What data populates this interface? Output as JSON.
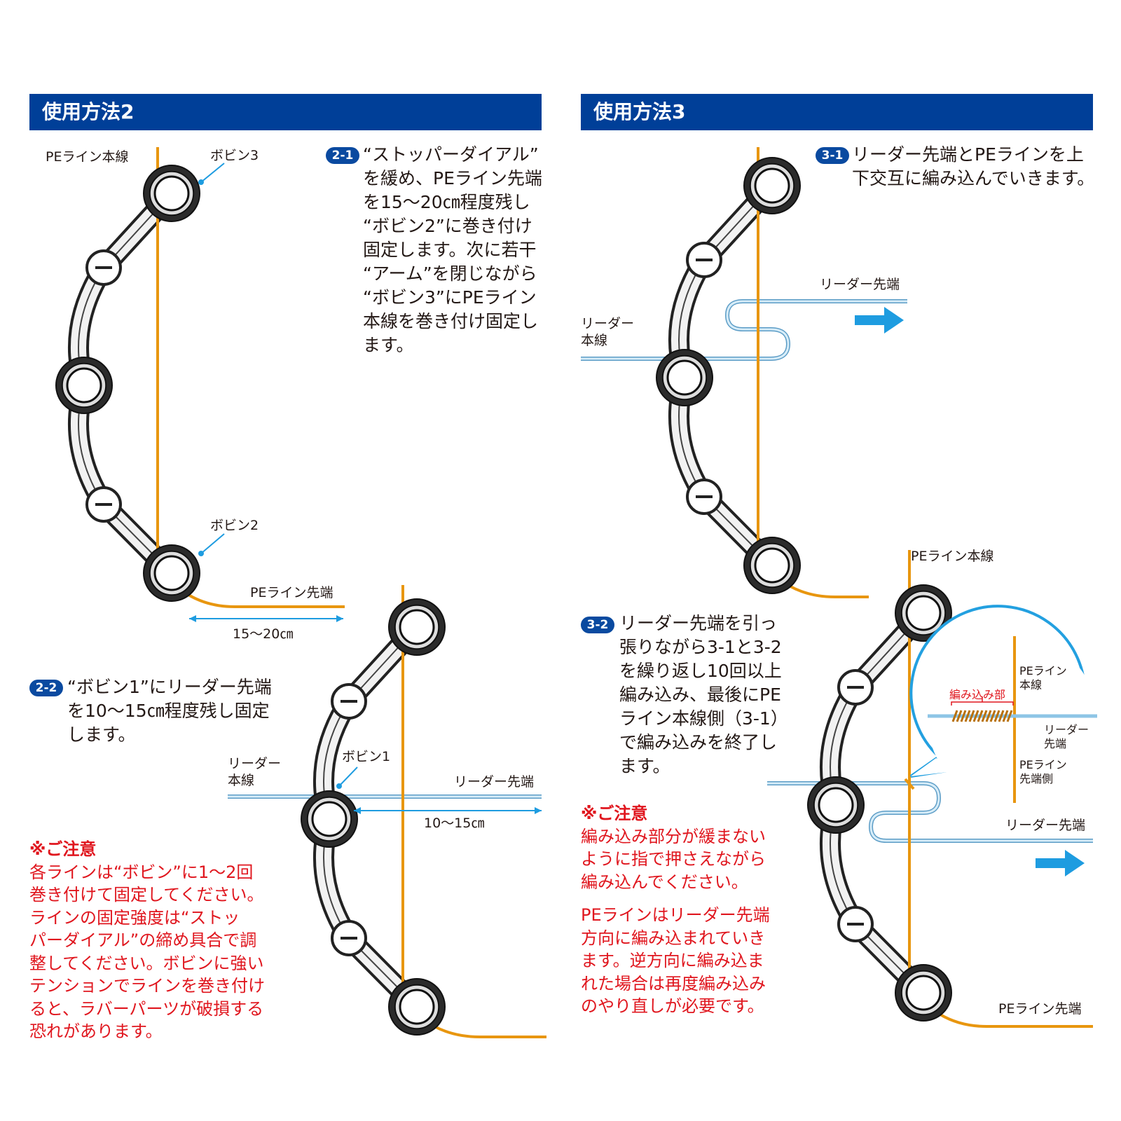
{
  "sections": [
    {
      "title": "使用方法2"
    },
    {
      "title": "使用方法3"
    }
  ],
  "s21": {
    "badge": "2-1",
    "lines": [
      "“ストッパーダイアル”",
      "を緩め、PEライン先端",
      "を15〜20㎝程度残し",
      "“ボビン2”に巻き付け",
      "固定します。次に若干",
      "“アーム”を閉じながら",
      "“ボビン3”にPEライン",
      "本線を巻き付け固定し",
      "ます。"
    ]
  },
  "s22": {
    "badge": "2-2",
    "lines": [
      "“ボビン1”にリーダー先端",
      "を10〜15㎝程度残し固定",
      "します。"
    ]
  },
  "note1": {
    "lines": [
      "※ご注意",
      "各ラインは“ボビン”に1〜2回",
      "巻き付けて固定してください。",
      "ラインの固定強度は“ストッ",
      "パーダイアル”の締め具合で調",
      "整してください。ボビンに強い",
      "テンションでラインを巻き付け",
      "ると、ラバーパーツが破損する",
      "恐れがあります。"
    ]
  },
  "s31": {
    "badge": "3-1",
    "lines": [
      "リーダー先端とPEラインを上",
      "下交互に編み込んでいきます。"
    ]
  },
  "s32": {
    "badge": "3-2",
    "lines": [
      "リーダー先端を引っ",
      "張りながら3-1と3-2",
      "を繰り返し10回以上",
      "編み込み、最後にPE",
      "ライン本線側（3-1）",
      "で編み込みを終了し",
      "ます。"
    ]
  },
  "note2": {
    "lines": [
      "※ご注意",
      "編み込み部分が緩まない",
      "ように指で押さえながら",
      "編み込んでください。"
    ],
    "lines2": [
      "PEラインはリーダー先端",
      "方向に編み込まれていき",
      "ます。逆方向に編み込ま",
      "れた場合は再度編み込み",
      "のやり直しが必要です。"
    ]
  },
  "labels": {
    "pe_main": "PEライン本線",
    "bobbin3": "ボビン3",
    "bobbin2": "ボビン2",
    "bobbin1": "ボビン1",
    "pe_tip": "PEライン先端",
    "dim1": "15〜20㎝",
    "dim2": "10〜15㎝",
    "leader_main": [
      "リーダー",
      "本線"
    ],
    "leader_tip": "リーダー先端",
    "callout_pe_main": [
      "PEライン",
      "本線"
    ],
    "callout_braid": "編み込み部",
    "callout_leader_tip": [
      "リーダー",
      "先端"
    ],
    "callout_pe_tip_side": [
      "PEライン",
      "先端側"
    ]
  },
  "colors": {
    "header": "#003f98",
    "pe_line": "#e8960f",
    "leader_line": "#8ec5e6",
    "arrow": "#1e9ce0",
    "warning": "#e0161e"
  }
}
